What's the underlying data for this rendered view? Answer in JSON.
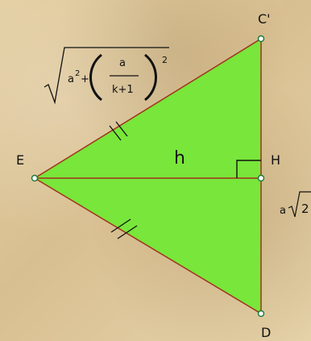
{
  "diagram": {
    "colors": {
      "fill": "#78e63a",
      "stroke": "#a1321e",
      "point": "#ffffff"
    },
    "points": {
      "E": "E",
      "H": "H",
      "C": "C'",
      "D": "D"
    },
    "segment_labels": {
      "h": "h",
      "right_side_prefix": "a",
      "right_side_radicand": "2"
    },
    "hypotenuse_formula": {
      "a_squared_base": "a",
      "a_squared_exp": "2",
      "plus": "+",
      "fraction_numerator": "a",
      "fraction_denominator": "k+1",
      "outer_exponent": "2"
    }
  }
}
